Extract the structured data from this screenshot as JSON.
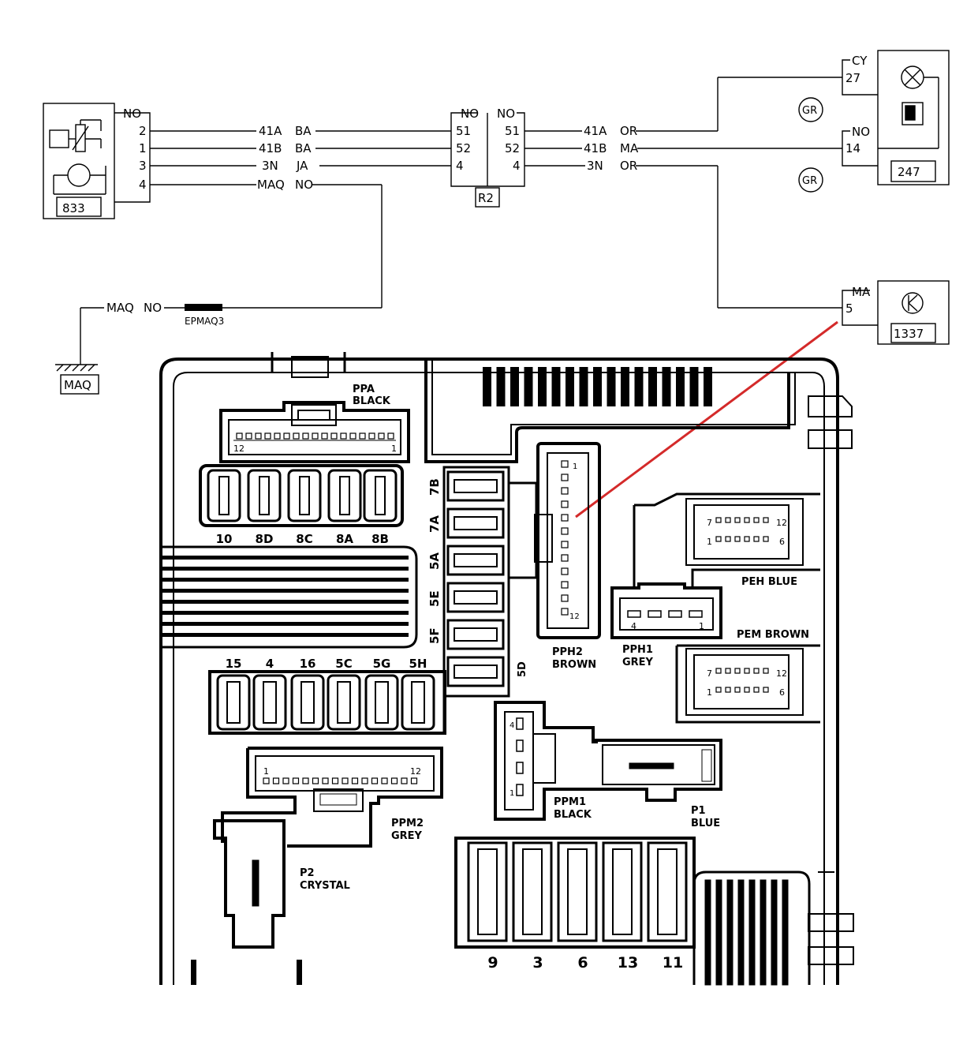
{
  "wiring": {
    "comp833": {
      "id": "833",
      "header": "NO",
      "pins": [
        "2",
        "1",
        "3",
        "4"
      ]
    },
    "wires_left": [
      "41A",
      "BA",
      "41B",
      "BA",
      "3N",
      "JA",
      "MAQ",
      "NO"
    ],
    "r2": {
      "id": "R2",
      "header_left": "NO",
      "header_right": "NO",
      "pins_left": [
        "51",
        "52",
        "4"
      ],
      "pins_right": [
        "51",
        "52",
        "4"
      ]
    },
    "wires_right": [
      "41A",
      "OR",
      "41B",
      "MA",
      "3N",
      "OR"
    ],
    "comp247": {
      "id": "247",
      "conn1_header": "CY",
      "conn1_pin": "27",
      "conn2_header": "NO",
      "conn2_pin": "14"
    },
    "gr_marks": [
      "GR",
      "GR"
    ],
    "comp1337": {
      "id": "1337",
      "header": "MA",
      "pin": "5"
    },
    "ground": {
      "wire1": "MAQ",
      "wire2": "NO",
      "splice": "EPMAQ3",
      "label": "MAQ"
    }
  },
  "fusebox": {
    "ppa": [
      "PPA",
      "BLACK"
    ],
    "ppa_pins": [
      "12",
      "1"
    ],
    "fuses_top": [
      "10",
      "8D",
      "8C",
      "8A",
      "8B"
    ],
    "fuses_vertical": [
      "7B",
      "7A",
      "5A",
      "5E",
      "5F"
    ],
    "fuse_5d": "5D",
    "fuses_mid": [
      "15",
      "4",
      "16",
      "5C",
      "5G",
      "5H"
    ],
    "pph2": [
      "PPH2",
      "BROWN"
    ],
    "pph2_pins": [
      "1",
      "12"
    ],
    "pph1": [
      "PPH1",
      "GREY"
    ],
    "pph1_pins": [
      "4",
      "1"
    ],
    "peh": "PEH BLUE",
    "peh_pins": [
      "7",
      "12",
      "1",
      "6"
    ],
    "pem": "PEM BROWN",
    "pem_pins": [
      "7",
      "12",
      "1",
      "6"
    ],
    "ppm2": [
      "PPM2",
      "GREY"
    ],
    "ppm2_pins": [
      "1",
      "12"
    ],
    "ppm1": [
      "PPM1",
      "BLACK"
    ],
    "ppm1_pins": [
      "4",
      "1"
    ],
    "p1": [
      "P1",
      "BLUE"
    ],
    "p2": [
      "P2",
      "CRYSTAL"
    ],
    "fuses_bottom": [
      "9",
      "3",
      "6",
      "13",
      "11"
    ]
  },
  "colors": {
    "line": "#000000",
    "pointer": "#d42a2a"
  }
}
